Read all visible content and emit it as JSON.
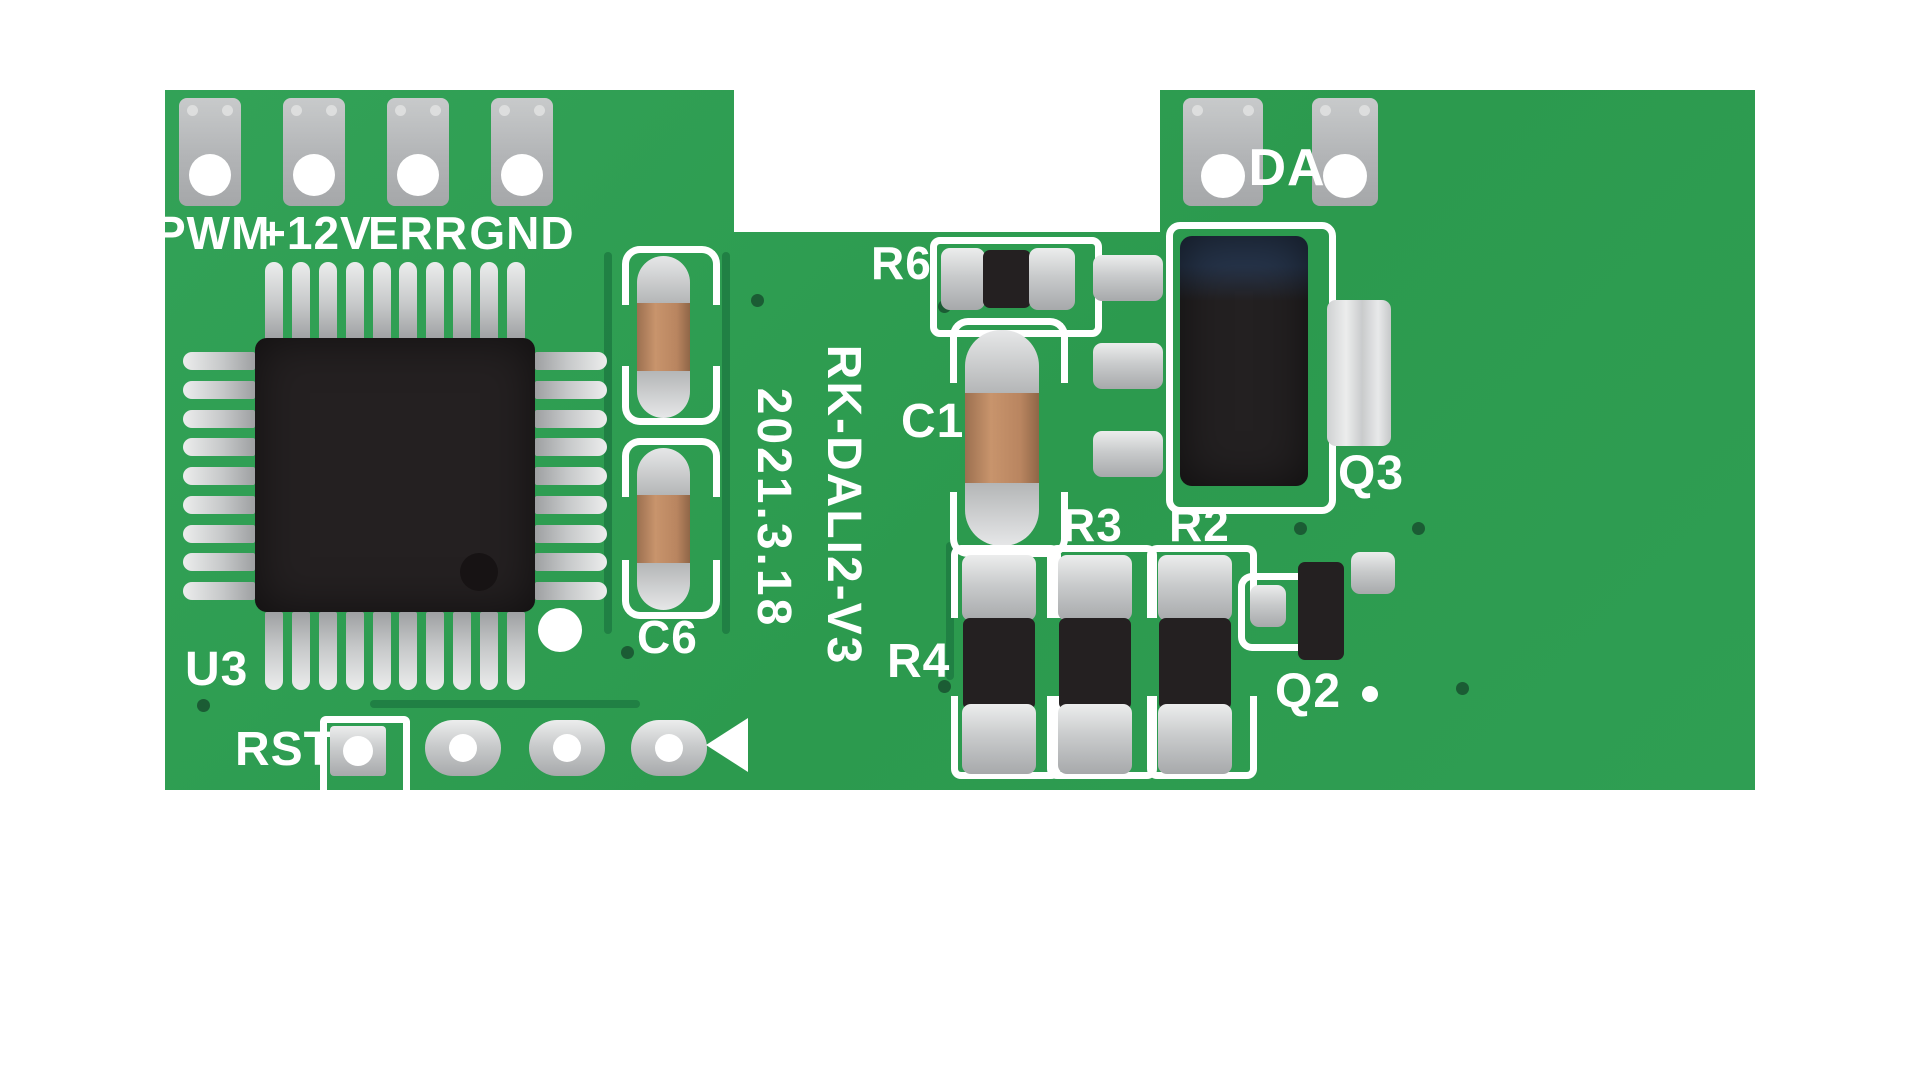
{
  "board": {
    "model": "RK-DALI2-V3",
    "date": "2021.3.18"
  },
  "connectors": {
    "left": [
      {
        "label": "PWM"
      },
      {
        "label": "+12V"
      },
      {
        "label": "ERR"
      },
      {
        "label": "GND"
      }
    ],
    "da_label": "DA"
  },
  "components": {
    "u3": "U3",
    "c6": "C6",
    "c1": "C1",
    "r6": "R6",
    "r3": "R3",
    "r2": "R2",
    "r4": "R4",
    "q3": "Q3",
    "q2": "Q2",
    "rst": "RST"
  },
  "colors": {
    "board_green": "#2f9e53",
    "trace_green": "#1f7d42",
    "silkscreen_white": "#ffffff",
    "pad_silver": "#c6c8c9",
    "component_black": "#242021",
    "capacitor_tan": "#bd8a63"
  }
}
